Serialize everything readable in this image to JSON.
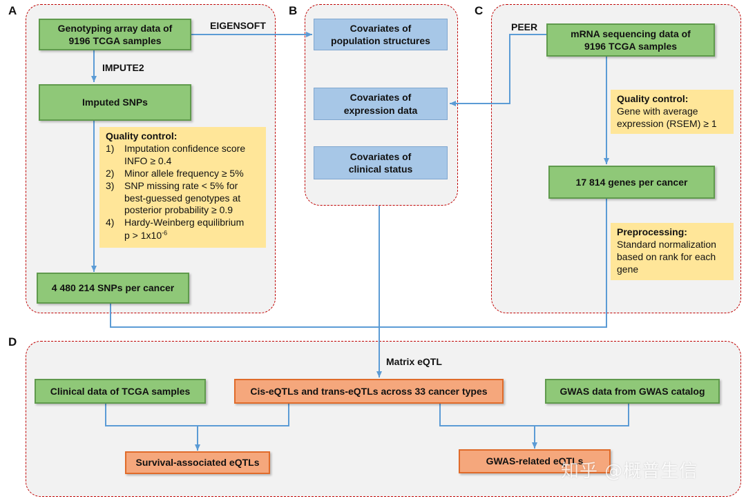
{
  "panels": {
    "a": "A",
    "b": "B",
    "c": "C",
    "d": "D"
  },
  "panel_a": {
    "genotyping": "Genotyping array data of\n9196 TCGA samples",
    "impute_label": "IMPUTE2",
    "imputed": "Imputed SNPs",
    "qc_title": "Quality control:",
    "qc_items": [
      {
        "num": "1)",
        "text": "Imputation confidence score\nINFO ≥ 0.4"
      },
      {
        "num": "2)",
        "text": "Minor allele frequency ≥  5%"
      },
      {
        "num": "3)",
        "text": "SNP missing rate <  5% for\nbest-guessed genotypes at\nposterior probability ≥ 0.9"
      },
      {
        "num": "4)",
        "text": "Hardy-Weinberg equilibrium"
      }
    ],
    "hwe_p": "p > 1x10",
    "hwe_exp": "-6",
    "snps": "4 480 214 SNPs per cancer"
  },
  "eigensoft_label": "EIGENSOFT",
  "panel_b": {
    "population": "Covariates of\npopulation structures",
    "expression": "Covariates of\nexpression data",
    "clinical": "Covariates of\nclinical status"
  },
  "panel_c": {
    "peer_label": "PEER",
    "mrna": "mRNA sequencing data of\n9196 TCGA samples",
    "qc_title": "Quality control:",
    "qc_text": "Gene with average\nexpression (RSEM) ≥ 1",
    "genes": "17 814 genes per cancer",
    "pre_title": "Preprocessing:",
    "pre_text": "Standard normalization\nbased on rank for each\ngene"
  },
  "panel_d": {
    "matrix_label": "Matrix eQTL",
    "clinical_data": "Clinical data of TCGA samples",
    "cis_trans": "Cis-eQTLs and trans-eQTLs across 33 cancer types",
    "gwas_data": "GWAS data from GWAS catalog",
    "survival": "Survival-associated eQTLs",
    "gwas_related": "GWAS-related eQTLs"
  },
  "watermark": "知乎 @概普生信",
  "colors": {
    "panel_border": "#c00000",
    "panel_fill": "#f2f2f2",
    "green_box": "#8fc878",
    "blue_box": "#a7c7e7",
    "orange_box": "#f5a77c",
    "note_fill": "#ffe699",
    "connector": "#5b9bd5"
  }
}
